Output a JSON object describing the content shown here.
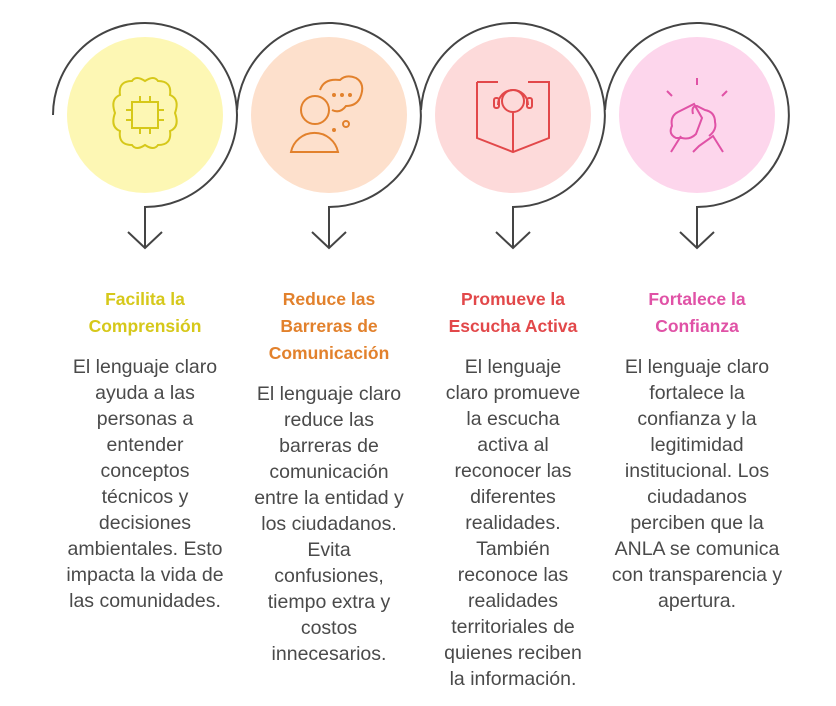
{
  "steps": [
    {
      "title": "Facilita la\nComprensión",
      "color": "#d6c81a",
      "fill": "#fdf7b4",
      "icon": "brain-chip-icon",
      "body": "El lenguaje claro\nayuda a las\npersonas a\nentender\nconceptos\ntécnicos y\ndecisiones\nambientales. Esto\nimpacta la vida de\nlas comunidades."
    },
    {
      "title": "Reduce las\nBarreras de\nComunicación",
      "color": "#e2812c",
      "fill": "#fde0cc",
      "icon": "person-thought-bubble-icon",
      "body": "El lenguaje claro\nreduce las\nbarreras de\ncomunicación\nentre la entidad y\nlos ciudadanos.\nEvita\nconfusiones,\ntiempo extra y\ncostos\ninnecesarios."
    },
    {
      "title": "Promueve la\nEscucha Activa",
      "color": "#e2484a",
      "fill": "#fddada",
      "icon": "book-headphones-icon",
      "body": "El lenguaje\nclaro promueve\nla escucha\nactiva al\nreconocer las\ndiferentes\nrealidades.\nTambién\nreconoce las\nrealidades\nterritoriales de\nquienes reciben\nla información."
    },
    {
      "title": "Fortalece la\nConfianza",
      "color": "#e052a6",
      "fill": "#fdd6ec",
      "icon": "handshake-icon",
      "body": "El lenguaje claro\nfortalece la\nconfianza y la\nlegitimidad\ninstitucional. Los\nciudadanos\nperciben que la\nANLA se comunica\ncon transparencia y\napertura."
    }
  ]
}
